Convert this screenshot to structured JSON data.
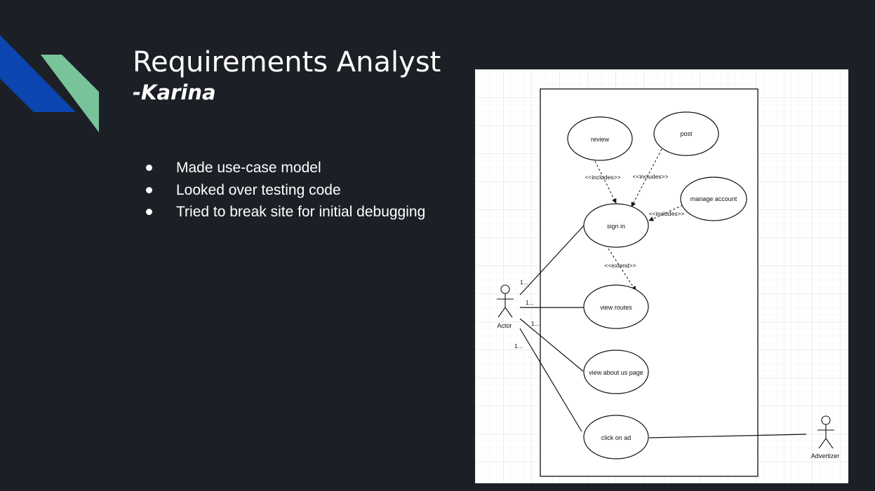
{
  "slide": {
    "title": "Requirements Analyst",
    "subtitle": "-Karina",
    "bullets": [
      "Made use-case model",
      "Looked over testing code",
      "Tried to break site for initial debugging"
    ]
  },
  "colors": {
    "background": "#1c1f26",
    "accent_blue": "#0b45b0",
    "accent_green": "#79c39a"
  },
  "diagram": {
    "use_cases": {
      "review": "review",
      "post": "post",
      "manage_account": "manage account",
      "sign_in": "sign in",
      "view_routes": "view routes",
      "view_about_us": "view about us page",
      "click_on_ad": "click on ad"
    },
    "actors": {
      "actor": "Actor",
      "advertizer": "Advertizer"
    },
    "relations": {
      "includes": "<<includes>>",
      "extend": "<<extend>>"
    },
    "multiplicity": "1..."
  }
}
